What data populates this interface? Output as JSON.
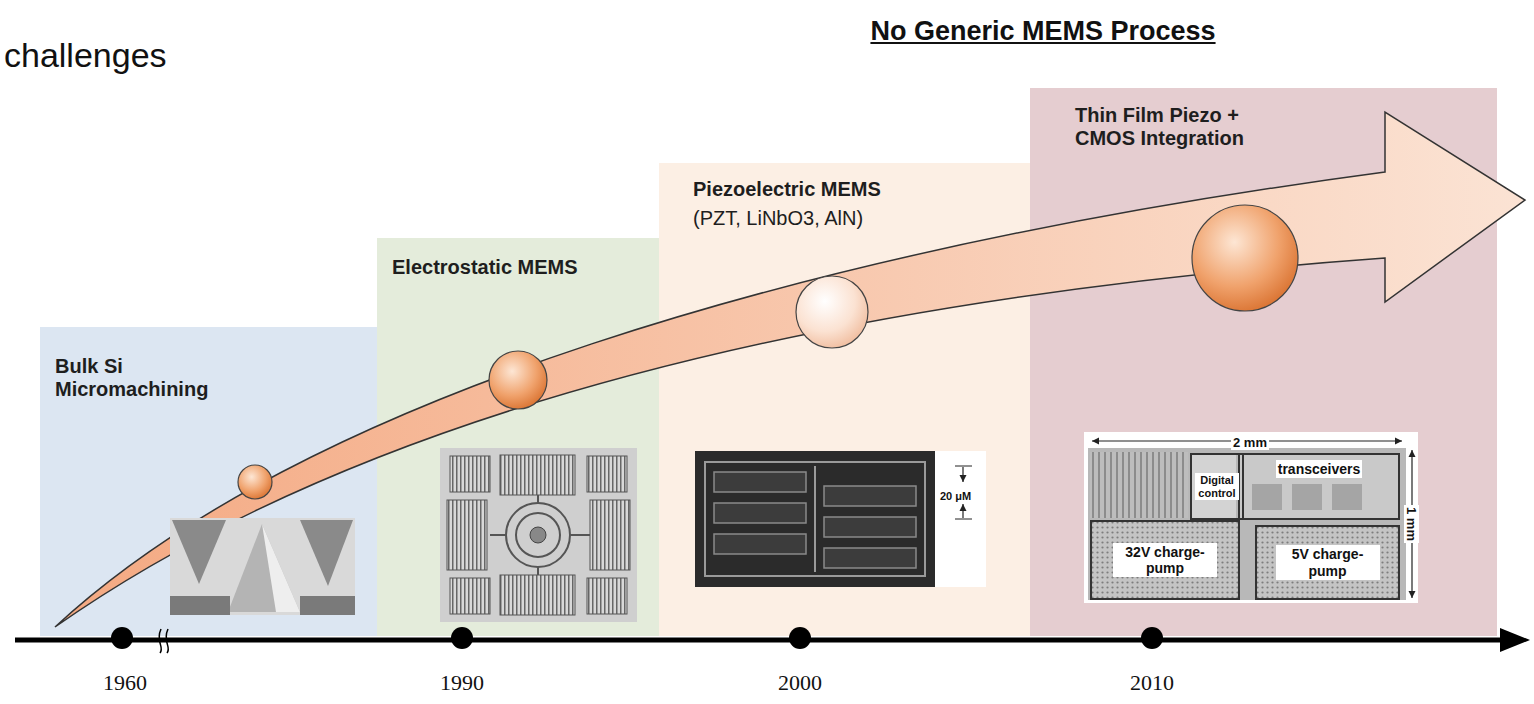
{
  "diagram": {
    "title": "No Generic MEMS Process",
    "nodes": [
      {
        "text": [
          "Bulk Si Micromachining"
        ]
      },
      {
        "text": [
          "Electrostatic MEMS"
        ]
      },
      {
        "text": [
          "Piezoelectric MEMS",
          "(PZT, LiNbO3, AlN)"
        ]
      },
      {
        "text": [
          "Thin Film Piezo + CMOS Integration"
        ]
      },
      {
        "text": [
          "Digital control"
        ],
        "in": 3
      },
      {
        "text": [
          "transceivers"
        ],
        "in": 3
      },
      {
        "text": [
          "32V charge-pump"
        ],
        "in": 3
      },
      {
        "text": [
          "5V charge-pump"
        ],
        "in": 3
      }
    ],
    "labels": [
      "challenges",
      "20 μM",
      "2 mm",
      "1 mm",
      "1960",
      "1990",
      "2000",
      "2010"
    ]
  }
}
